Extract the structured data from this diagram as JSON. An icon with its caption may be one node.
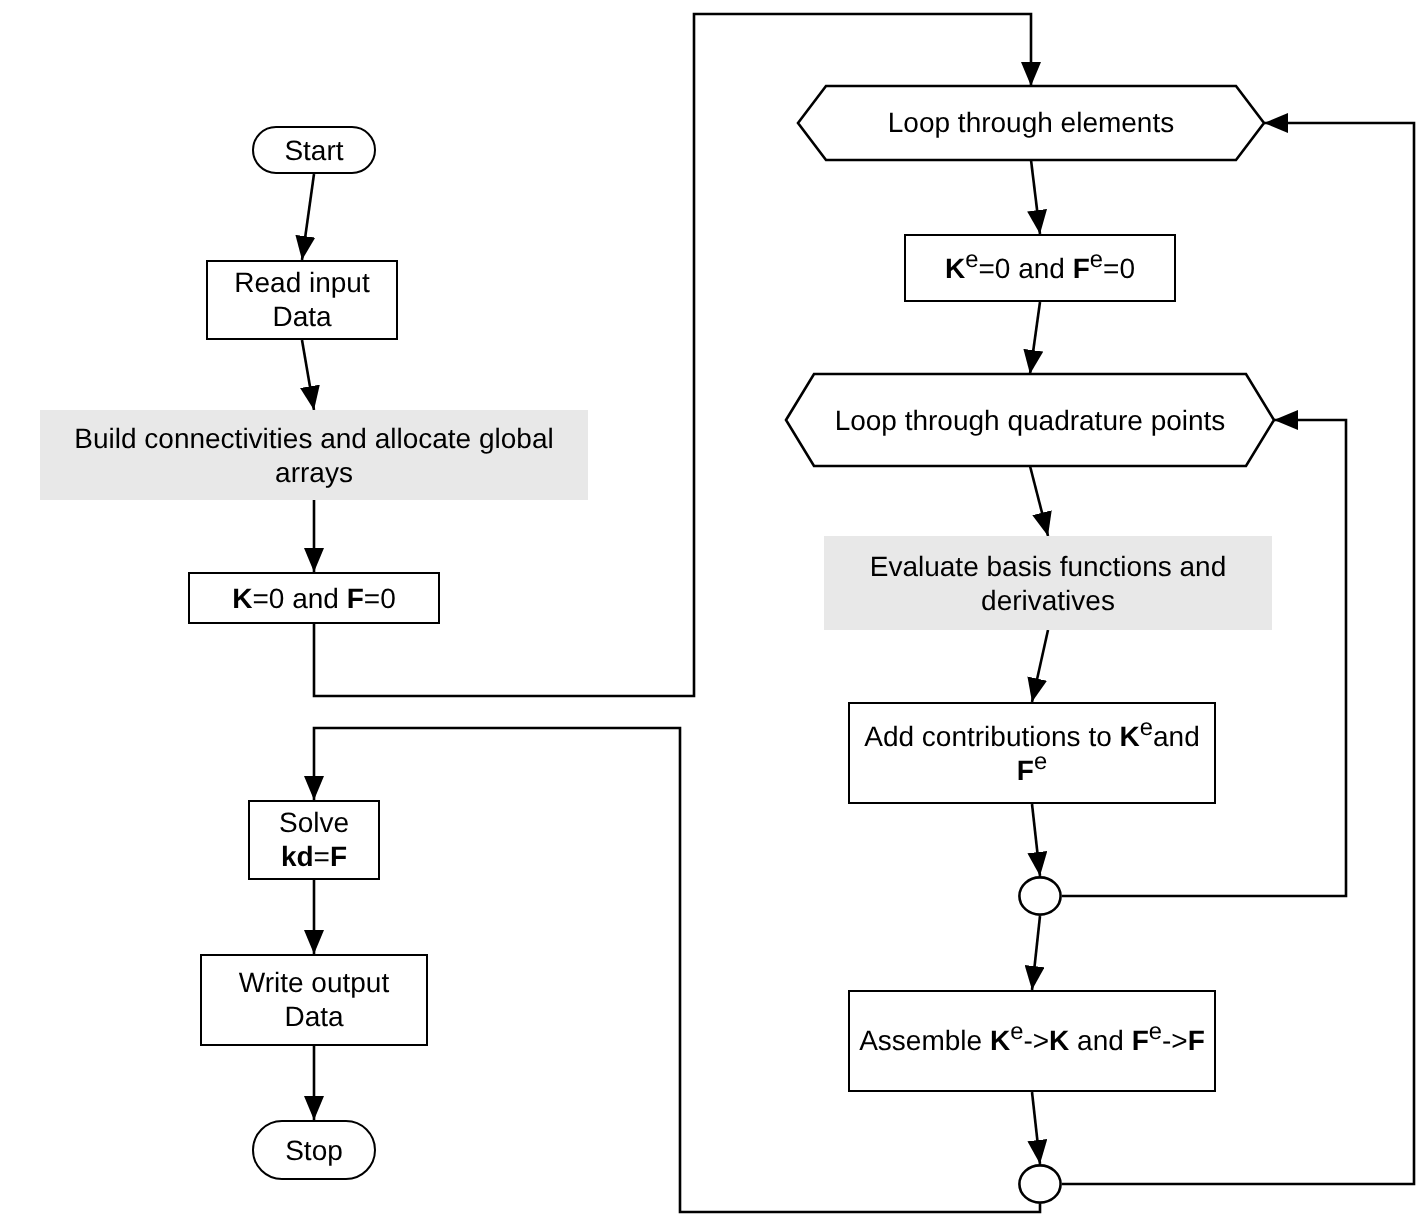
{
  "diagram": {
    "nodes": [
      {
        "text": [
          "Start"
        ]
      },
      {
        "text": [
          "Read input Data"
        ]
      },
      {
        "text": [
          "Build connectivities and allocate global arrays"
        ]
      },
      {
        "text": [
          "**K**=0 and **F**=0"
        ]
      },
      {
        "text": [
          "Solve **kd**=**F**"
        ]
      },
      {
        "text": [
          "Write output Data"
        ]
      },
      {
        "text": [
          "Stop"
        ]
      },
      {
        "text": [
          "Loop through elements"
        ]
      },
      {
        "text": [
          "**K**$^{e}$=0 and **F**$^{e}$=0"
        ]
      },
      {
        "text": [
          "Loop through quadrature points"
        ]
      },
      {
        "text": [
          "Evaluate basis functions and derivatives"
        ]
      },
      {
        "text": [
          "Add contributions to **K**$^{e}$and  **F**$^{e}$"
        ]
      },
      {
        "text": [],
        "shape": "circle"
      },
      {
        "text": [
          "Assemble **K**$^{e}$->**K** and **F**$^{e}$->**F**"
        ]
      },
      {
        "text": [],
        "shape": "circle"
      }
    ],
    "edges": [
      {
        "from": 0,
        "to": 1,
        "arrow": "to"
      },
      {
        "from": 1,
        "to": 2,
        "arrow": "to"
      },
      {
        "from": 2,
        "to": 3,
        "arrow": "to"
      },
      {
        "from": 3,
        "to": 7,
        "arrow": "to"
      },
      {
        "from": 7,
        "to": 8,
        "arrow": "to"
      },
      {
        "from": 8,
        "to": 9,
        "arrow": "to"
      },
      {
        "from": 9,
        "to": 10,
        "arrow": "to"
      },
      {
        "from": 10,
        "to": 11,
        "arrow": "to"
      },
      {
        "from": 11,
        "to": 12,
        "arrow": "to"
      },
      {
        "from": 12,
        "to": 9,
        "arrow": "to"
      },
      {
        "from": 12,
        "to": 13,
        "arrow": "to"
      },
      {
        "from": 13,
        "to": 14,
        "arrow": "to"
      },
      {
        "from": 14,
        "to": 7,
        "arrow": "to"
      },
      {
        "from": 14,
        "to": 4,
        "arrow": "to"
      },
      {
        "from": 4,
        "to": 5,
        "arrow": "to"
      },
      {
        "from": 5,
        "to": 6,
        "arrow": "to"
      }
    ]
  }
}
